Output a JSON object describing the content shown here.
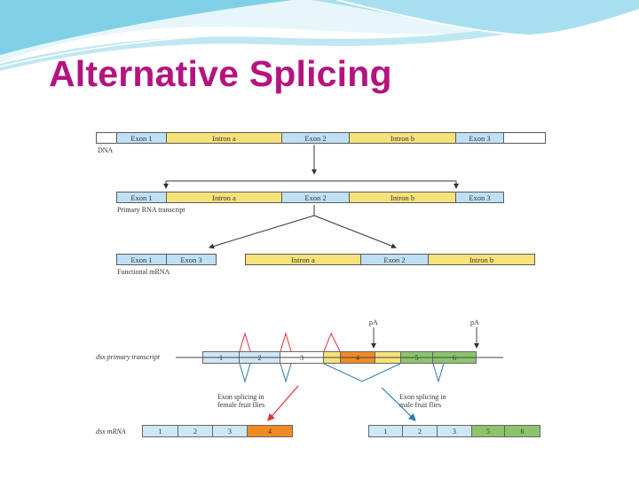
{
  "title": "Alternative Splicing",
  "colors": {
    "title": "#b5137e",
    "exon": "#bfe0f4",
    "intron": "#f7e27a",
    "female_arrow": "#e03030",
    "male_arrow": "#2a7ab0"
  },
  "top_diagram": {
    "dna_label": "DNA",
    "primary_label": "Primary RNA transcript",
    "functional_label": "Functional mRNA",
    "dna_segments": [
      "Exon 1",
      "Intron a",
      "Exon 2",
      "Intron b",
      "Exon 3"
    ],
    "primary_segments": [
      "Exon 1",
      "Intron a",
      "Exon 2",
      "Intron b",
      "Exon 3"
    ],
    "mrna_segments": [
      "Exon 1",
      "Exon 3"
    ],
    "removed_segments": [
      "Intron a",
      "Exon 2",
      "Intron b"
    ]
  },
  "bottom_diagram": {
    "primary_label": "dsx primary transcript",
    "mrna_label": "dsx mRNA",
    "pa_label": "pA",
    "female_caption": [
      "Exon splicing in",
      "female fruit flies"
    ],
    "male_caption": [
      "Exon splicing in",
      "male fruit flies"
    ],
    "primary_exons": [
      "1",
      "2",
      "3",
      "4",
      "5",
      "6"
    ],
    "female_exons": [
      "1",
      "2",
      "3",
      "4"
    ],
    "male_exons": [
      "1",
      "2",
      "3",
      "5",
      "6"
    ]
  }
}
